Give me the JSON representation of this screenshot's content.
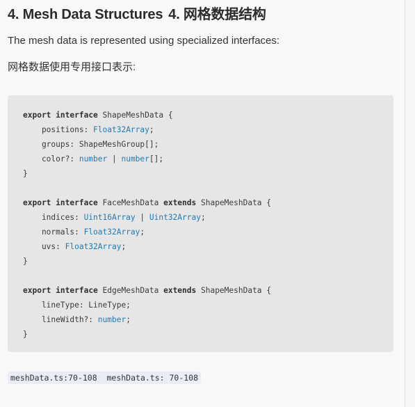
{
  "heading": {
    "title_en": "4. Mesh Data Structures",
    "title_zh": "4. 网格数据结构"
  },
  "intro": {
    "en": "The mesh data is represented using specialized interfaces:",
    "zh": "网格数据使用专用接口表示:"
  },
  "code": {
    "lines": [
      [
        {
          "t": "kw",
          "v": "export"
        },
        {
          "t": "",
          "v": " "
        },
        {
          "t": "kw",
          "v": "interface"
        },
        {
          "t": "",
          "v": " ShapeMeshData {"
        }
      ],
      [
        {
          "t": "",
          "v": "    positions: "
        },
        {
          "t": "ty",
          "v": "Float32Array"
        },
        {
          "t": "",
          "v": ";"
        }
      ],
      [
        {
          "t": "",
          "v": "    groups: ShapeMeshGroup[];"
        }
      ],
      [
        {
          "t": "",
          "v": "    color?: "
        },
        {
          "t": "ty",
          "v": "number"
        },
        {
          "t": "",
          "v": " | "
        },
        {
          "t": "ty",
          "v": "number"
        },
        {
          "t": "",
          "v": "[];"
        }
      ],
      [
        {
          "t": "",
          "v": "}"
        }
      ],
      [
        {
          "t": "",
          "v": ""
        }
      ],
      [
        {
          "t": "kw",
          "v": "export"
        },
        {
          "t": "",
          "v": " "
        },
        {
          "t": "kw",
          "v": "interface"
        },
        {
          "t": "",
          "v": " FaceMeshData "
        },
        {
          "t": "kw",
          "v": "extends"
        },
        {
          "t": "",
          "v": " ShapeMeshData {"
        }
      ],
      [
        {
          "t": "",
          "v": "    indices: "
        },
        {
          "t": "ty",
          "v": "Uint16Array"
        },
        {
          "t": "",
          "v": " | "
        },
        {
          "t": "ty",
          "v": "Uint32Array"
        },
        {
          "t": "",
          "v": ";"
        }
      ],
      [
        {
          "t": "",
          "v": "    normals: "
        },
        {
          "t": "ty",
          "v": "Float32Array"
        },
        {
          "t": "",
          "v": ";"
        }
      ],
      [
        {
          "t": "",
          "v": "    uvs: "
        },
        {
          "t": "ty",
          "v": "Float32Array"
        },
        {
          "t": "",
          "v": ";"
        }
      ],
      [
        {
          "t": "",
          "v": "}"
        }
      ],
      [
        {
          "t": "",
          "v": ""
        }
      ],
      [
        {
          "t": "kw",
          "v": "export"
        },
        {
          "t": "",
          "v": " "
        },
        {
          "t": "kw",
          "v": "interface"
        },
        {
          "t": "",
          "v": " EdgeMeshData "
        },
        {
          "t": "kw",
          "v": "extends"
        },
        {
          "t": "",
          "v": " ShapeMeshData {"
        }
      ],
      [
        {
          "t": "",
          "v": "    lineType: LineType;"
        }
      ],
      [
        {
          "t": "",
          "v": "    lineWidth?: "
        },
        {
          "t": "ty",
          "v": "number"
        },
        {
          "t": "",
          "v": ";"
        }
      ],
      [
        {
          "t": "",
          "v": "}"
        }
      ]
    ]
  },
  "references": {
    "first": "meshData.ts:70-108",
    "second": "meshData.ts: 70-108"
  },
  "colors": {
    "type_blue": "#1f7ab3",
    "code_bg": "#e6e6e6",
    "page_bg": "#f8f8f8"
  }
}
